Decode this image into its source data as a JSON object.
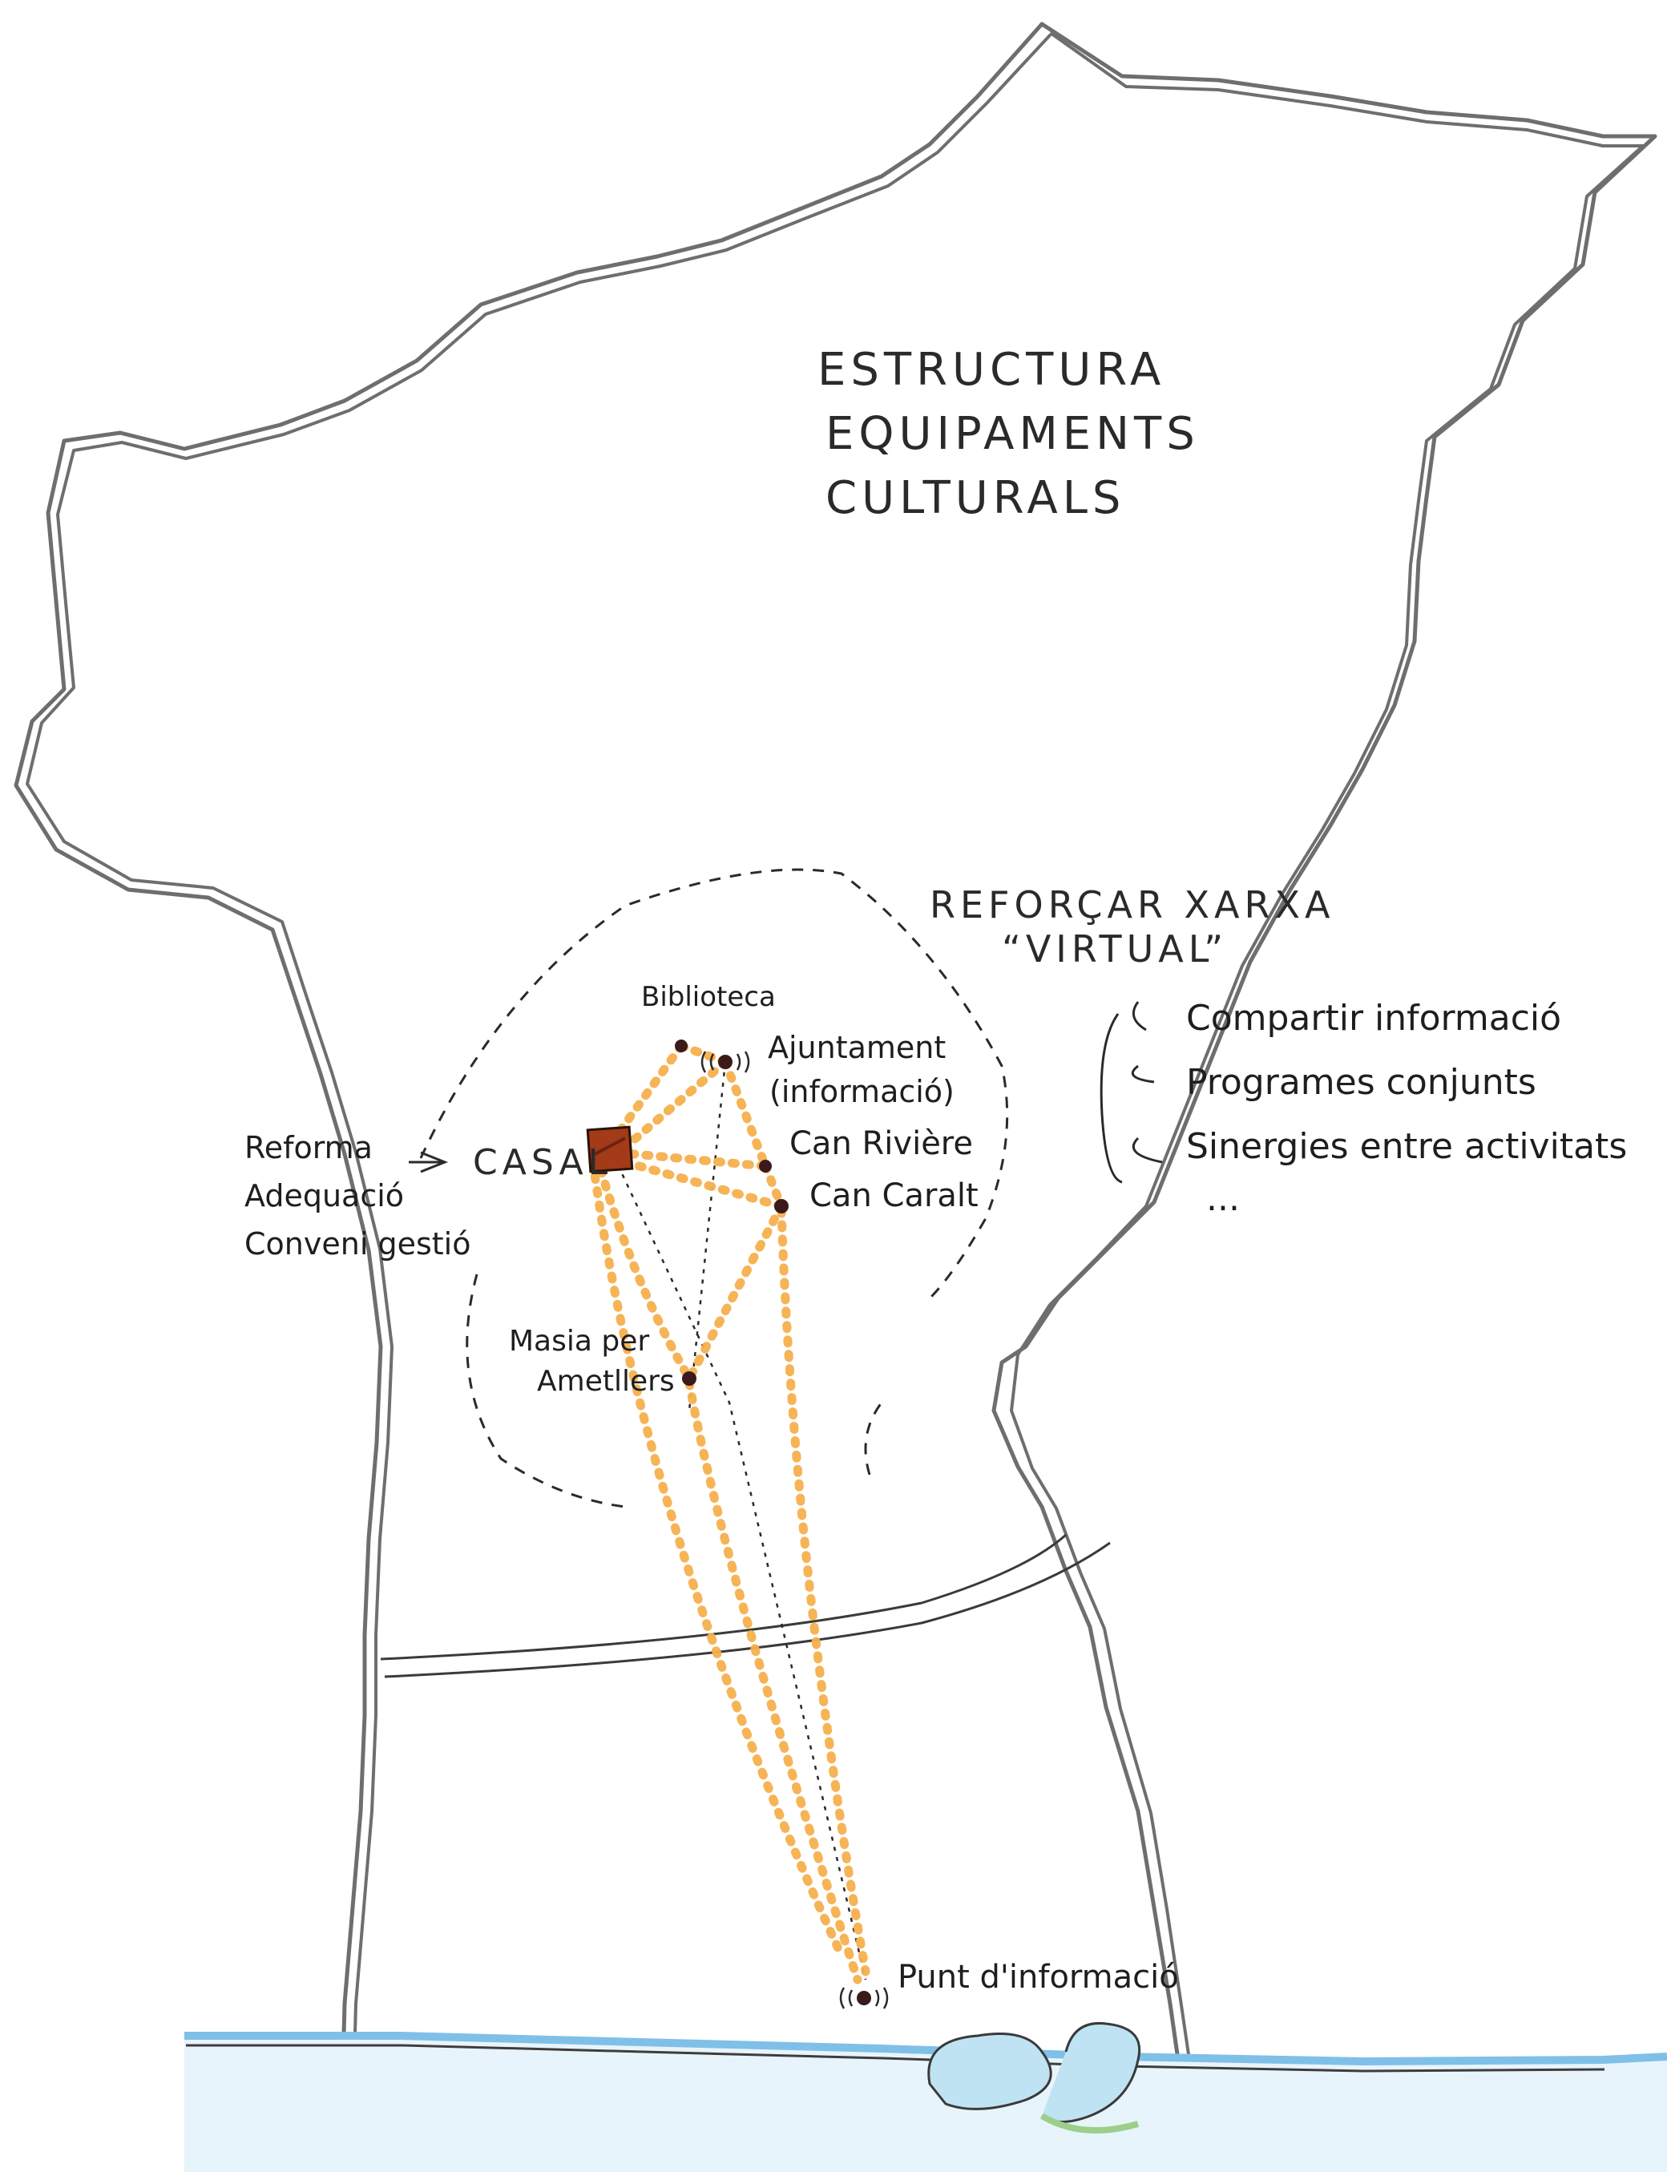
{
  "title": {
    "line1": "ESTRUCTURA",
    "line2": "EQUIPAMENTS",
    "line3": "CULTURALS"
  },
  "network": {
    "heading_line1": "REFORÇAR XARXA",
    "heading_line2": "“VIRTUAL”",
    "items": [
      "Compartir informació",
      "Programes conjunts",
      "Sinergies entre activitats",
      "..."
    ]
  },
  "casal": {
    "label": "CASAL",
    "notes": [
      "Reforma",
      "Adequació",
      "Conveni gestió"
    ]
  },
  "places": {
    "biblioteca": "Biblioteca",
    "ajuntament_line1": "Ajuntament",
    "ajuntament_line2": "(informació)",
    "can_riviere": "Can Rivière",
    "can_caralt": "Can Caralt",
    "masia_line1": "Masia per",
    "masia_line2": "Ametllers",
    "punt_informacio": "Punt d'informació"
  },
  "colors": {
    "route": "#f6b04e",
    "casal_fill": "#a33a18",
    "boundary": "#6e6e6e",
    "coast": "#7fc0e8"
  }
}
